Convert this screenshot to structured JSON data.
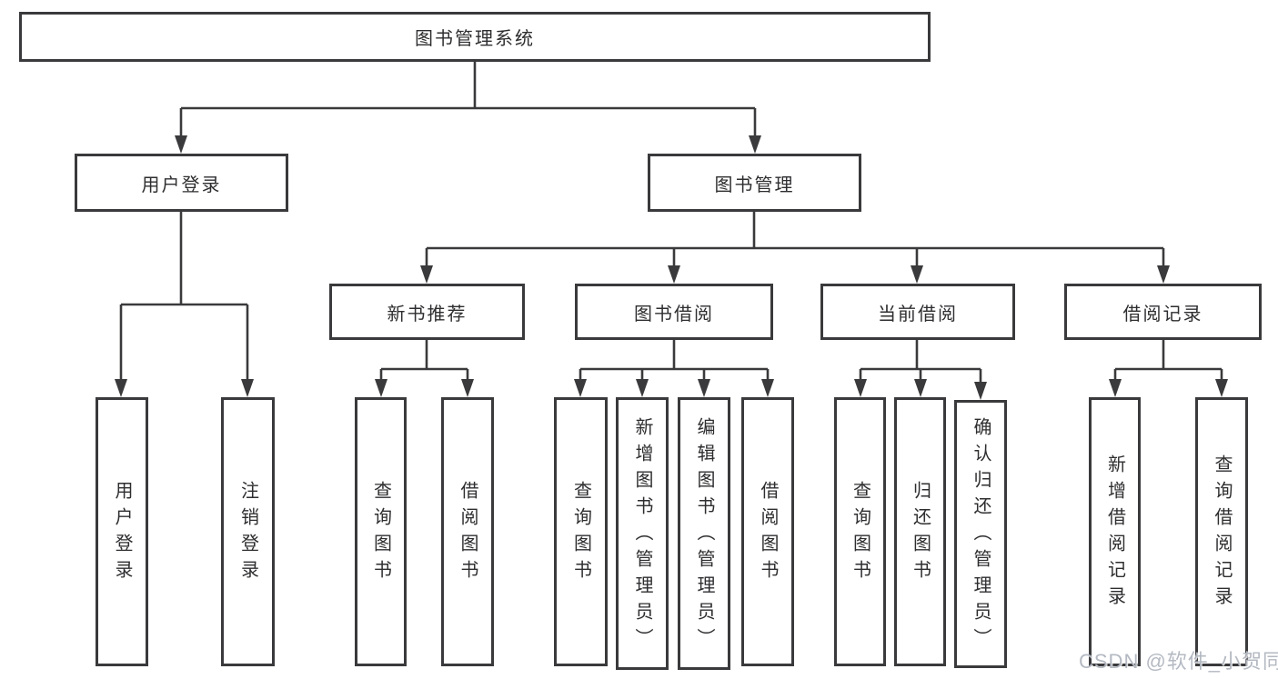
{
  "diagram": {
    "root": {
      "label": "图书管理系统",
      "children": [
        {
          "label": "用户登录",
          "children": [
            {
              "label": "用户登录"
            },
            {
              "label": "注销登录"
            }
          ]
        },
        {
          "label": "图书管理",
          "children": [
            {
              "label": "新书推荐",
              "children": [
                {
                  "label": "查询图书"
                },
                {
                  "label": "借阅图书"
                }
              ]
            },
            {
              "label": "图书借阅",
              "children": [
                {
                  "label": "查询图书"
                },
                {
                  "label": "新增图书（管理员）"
                },
                {
                  "label": "编辑图书（管理员）"
                },
                {
                  "label": "借阅图书"
                }
              ]
            },
            {
              "label": "当前借阅",
              "children": [
                {
                  "label": "查询图书"
                },
                {
                  "label": "归还图书"
                },
                {
                  "label": "确认归还（管理员）"
                }
              ]
            },
            {
              "label": "借阅记录",
              "children": [
                {
                  "label": "新增借阅记录"
                },
                {
                  "label": "查询借阅记录"
                }
              ]
            }
          ]
        }
      ]
    }
  },
  "watermark": {
    "text": "CSDN @软件_小贺同学"
  },
  "colors": {
    "line": "#3a3a3c",
    "box_border": "#3a3a3c",
    "text": "#2e2e30",
    "watermark": "#b0b5bf",
    "background": "#ffffff"
  }
}
